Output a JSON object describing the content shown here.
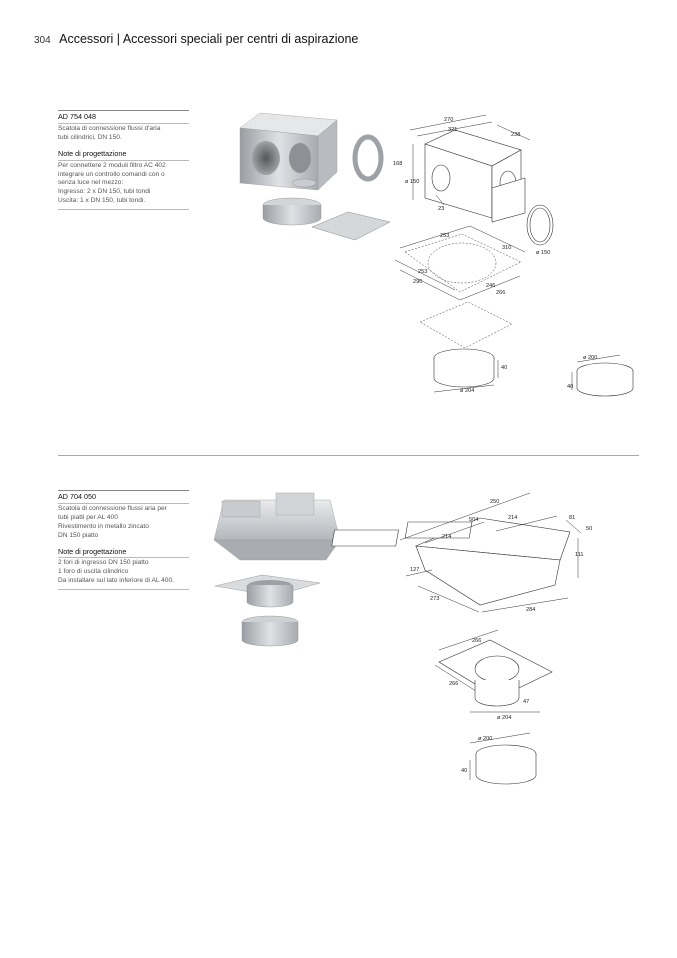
{
  "header": {
    "page_number": "304",
    "title": "Accessori | Accessori speciali per centri di aspirazione"
  },
  "products": [
    {
      "code": "AD 754 048",
      "description": [
        "Scatola di connessione flussi d'aria",
        "tubi cilindrici, DN 150."
      ],
      "notes_title": "Note di progettazione",
      "notes": [
        "Per connettere 2 moduli filtro AC 402",
        "integrare un controllo comandi con o",
        "senza luce nel mezzo:",
        "Ingresso: 2 x DN 150, tubi tondi",
        "Uscita: 1 x DN 150, tubi tondi."
      ],
      "dims": {
        "w270": "270",
        "w321": "321",
        "w238": "238",
        "h168": "168",
        "d150a": "ø 150",
        "n23": "23",
        "d150b": "ø 150",
        "p253a": "253",
        "p310": "310",
        "p253b": "253",
        "p290": "290",
        "p246": "246",
        "p266": "266",
        "r40": "40",
        "r204": "ø 204",
        "r200": "ø 200",
        "r40b": "40"
      }
    },
    {
      "code": "AD 704 050",
      "description": [
        "Scatola di connessione flussi aria per",
        "tubi piatti per AL 400",
        "Rivestimento in metallo zincato",
        "DN 150 piatto"
      ],
      "notes_title": "Note di progettazione",
      "notes": [
        "2 fori di ingresso DN 150 piatto",
        "1 foro di uscita cilindrico",
        "Da installare sul lato inferiore di AL 400."
      ],
      "dims": {
        "b250": "250",
        "b504": "504",
        "b214a": "214",
        "b214b": "214",
        "b81": "81",
        "b50": "50",
        "b111": "111",
        "b127": "127",
        "b273": "273",
        "b284": "284",
        "p266a": "266",
        "p266b": "266",
        "p47": "47",
        "p204": "ø 204",
        "r200": "ø 200",
        "r40": "40"
      }
    }
  ]
}
